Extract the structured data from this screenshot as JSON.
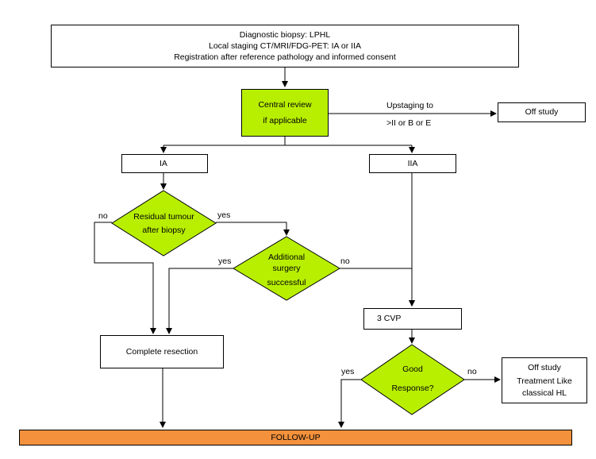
{
  "top_box": {
    "line1": "Diagnostic biopsy: LPHL",
    "line2": "Local staging CT/MRI/FDG-PET: IA or IIA",
    "line3": "Registration after reference pathology and informed consent"
  },
  "central_review": {
    "line1": "Central review",
    "line2": "if applicable"
  },
  "upstaging": {
    "line1": "Upstaging to",
    "line2": ">II or B or E"
  },
  "off_study_top": "Off study",
  "stage_ia": "IA",
  "stage_iia": "IIA",
  "residual_tumour": {
    "line1": "Residual tumour",
    "line2": "after biopsy"
  },
  "additional_surgery": {
    "line1": "Additional",
    "line2": "surgery",
    "line3": "successful"
  },
  "complete_resection": "Complete resection",
  "cvp": "3 CVP",
  "good_response": {
    "line1": "Good",
    "line2": "Response?"
  },
  "off_study_right": {
    "line1": "Off study",
    "line2": "Treatment Like",
    "line3": "classical HL"
  },
  "follow_up": "FOLLOW-UP",
  "labels": {
    "residual_no": "no",
    "residual_yes": "yes",
    "surgery_yes": "yes",
    "surgery_no": "no",
    "response_yes": "yes",
    "response_no": "no"
  },
  "colors": {
    "decision_fill": "#b8ef00",
    "followup_fill": "#f3913c",
    "line": "#000000"
  }
}
